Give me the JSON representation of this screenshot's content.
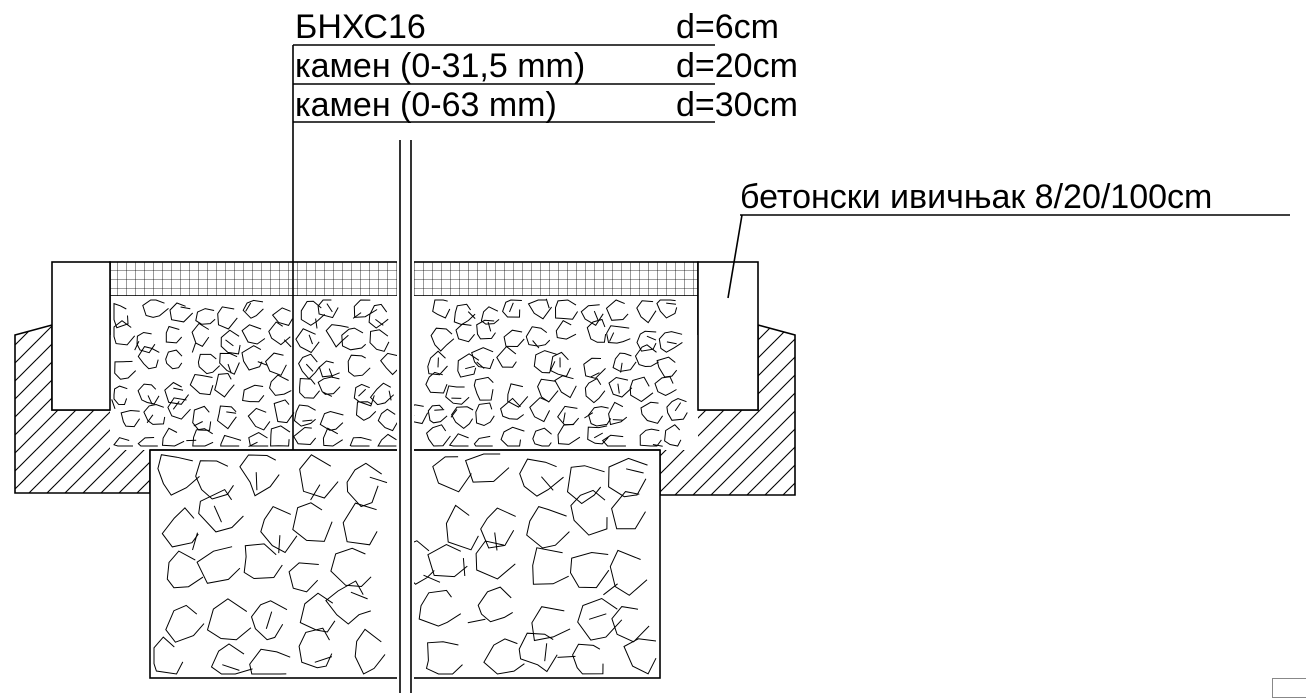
{
  "layers": [
    {
      "name": "БНХС16",
      "thickness": "d=6cm"
    },
    {
      "name": "камен (0-31,5 mm)",
      "thickness": "d=20cm"
    },
    {
      "name": "камен (0-63 mm)",
      "thickness": "d=30cm"
    }
  ],
  "curb_label": "бетонски ивичњак 8/20/100cm",
  "colors": {
    "line": "#000000",
    "background": "#ffffff"
  }
}
